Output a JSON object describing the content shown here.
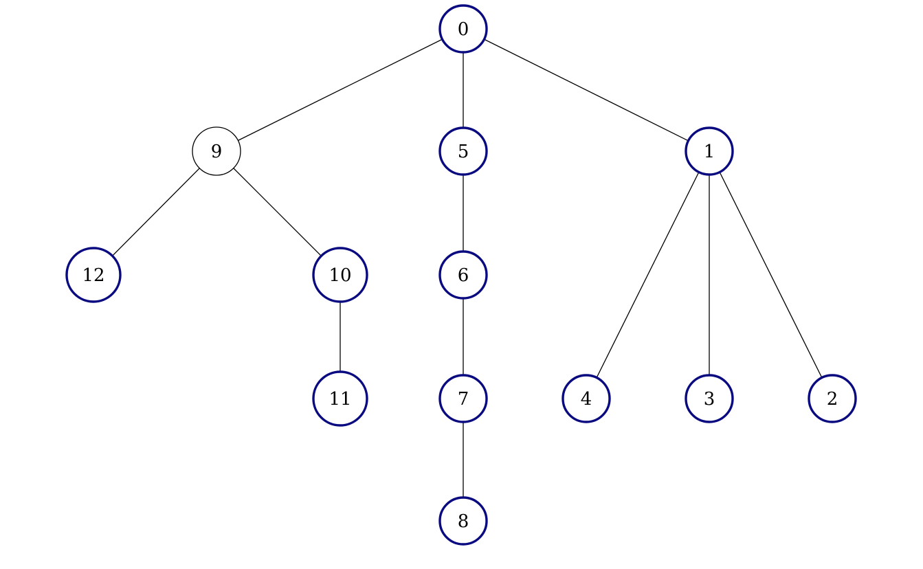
{
  "diagram": {
    "type": "tree",
    "root": "0",
    "colors": {
      "highlight": "#0a0a80",
      "plain": "#000000",
      "edge": "#000000"
    },
    "nodes": [
      {
        "id": "0",
        "label": "0",
        "highlighted": true
      },
      {
        "id": "9",
        "label": "9",
        "highlighted": false
      },
      {
        "id": "5",
        "label": "5",
        "highlighted": true
      },
      {
        "id": "1",
        "label": "1",
        "highlighted": true
      },
      {
        "id": "12",
        "label": "12",
        "highlighted": true
      },
      {
        "id": "10",
        "label": "10",
        "highlighted": true
      },
      {
        "id": "6",
        "label": "6",
        "highlighted": true
      },
      {
        "id": "11",
        "label": "11",
        "highlighted": true
      },
      {
        "id": "7",
        "label": "7",
        "highlighted": true
      },
      {
        "id": "4",
        "label": "4",
        "highlighted": true
      },
      {
        "id": "3",
        "label": "3",
        "highlighted": true
      },
      {
        "id": "2",
        "label": "2",
        "highlighted": true
      },
      {
        "id": "8",
        "label": "8",
        "highlighted": true
      }
    ],
    "edges": [
      {
        "from": "0",
        "to": "9"
      },
      {
        "from": "0",
        "to": "5"
      },
      {
        "from": "0",
        "to": "1"
      },
      {
        "from": "9",
        "to": "12"
      },
      {
        "from": "9",
        "to": "10"
      },
      {
        "from": "10",
        "to": "11"
      },
      {
        "from": "5",
        "to": "6"
      },
      {
        "from": "6",
        "to": "7"
      },
      {
        "from": "7",
        "to": "8"
      },
      {
        "from": "1",
        "to": "4"
      },
      {
        "from": "1",
        "to": "3"
      },
      {
        "from": "1",
        "to": "2"
      }
    ]
  }
}
